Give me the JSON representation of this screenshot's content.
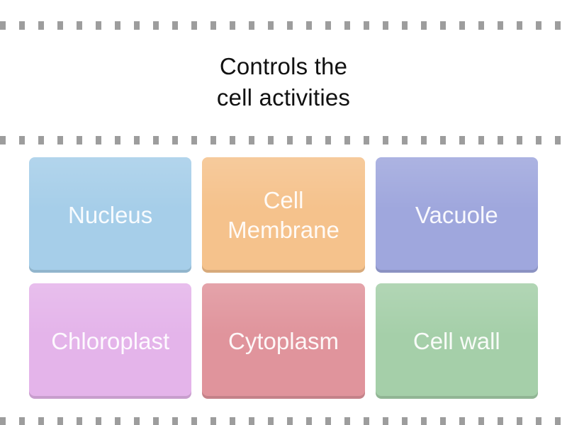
{
  "question": {
    "text": "Controls the\ncell activities"
  },
  "tiles": [
    {
      "label": "Nucleus",
      "color": "#a6cee9"
    },
    {
      "label": "Cell Membrane",
      "color": "#f5c28c"
    },
    {
      "label": "Vacuole",
      "color": "#9fa7dd"
    },
    {
      "label": "Chloroplast",
      "color": "#e4b4ea"
    },
    {
      "label": "Cytoplasm",
      "color": "#e0949c"
    },
    {
      "label": "Cell wall",
      "color": "#a5cfa9"
    }
  ],
  "decor": {
    "perforation_color": "#9d9d9d"
  }
}
